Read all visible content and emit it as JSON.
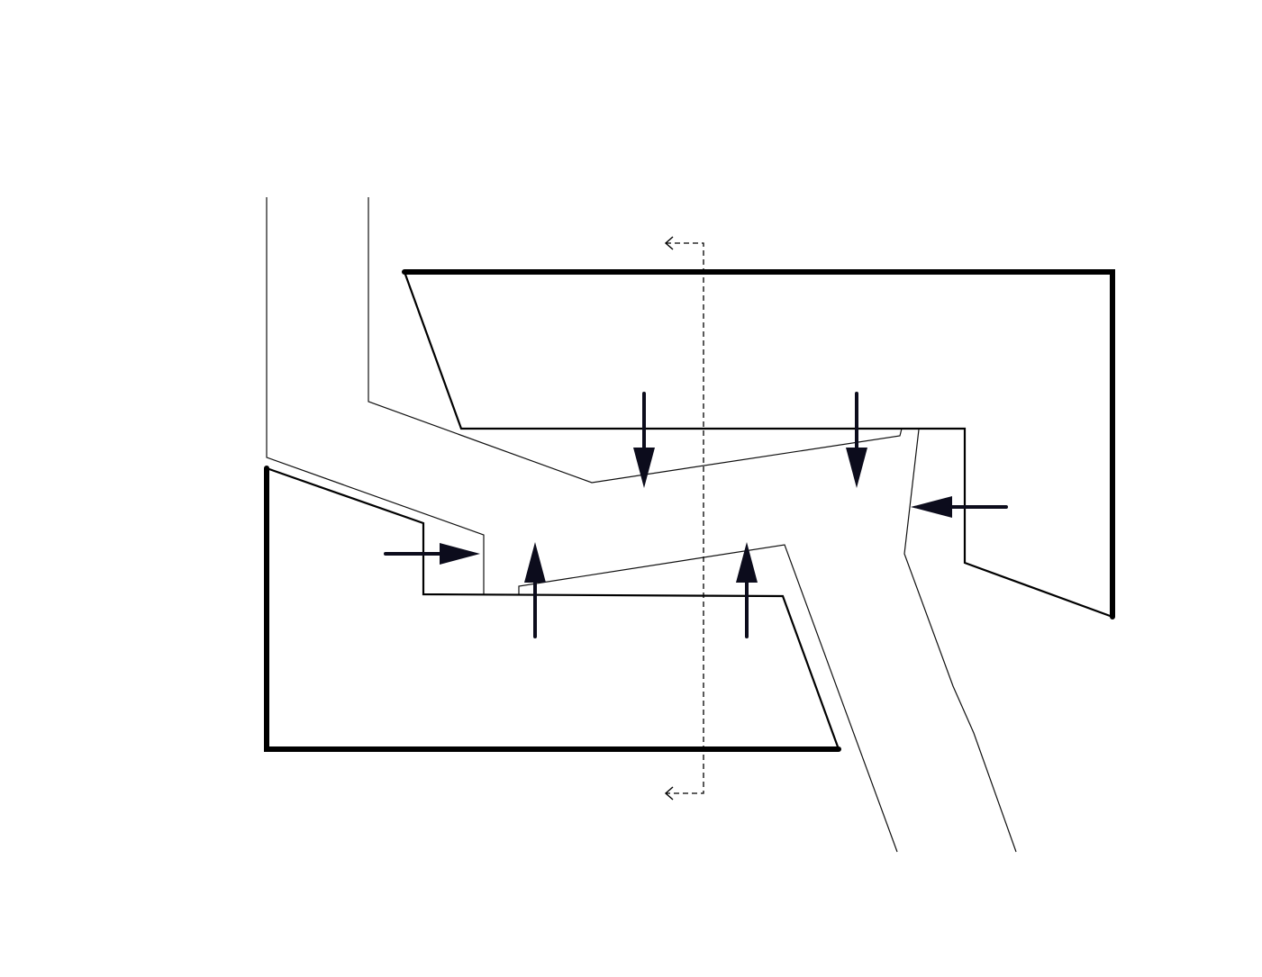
{
  "diagram": {
    "type": "architectural-plan",
    "stroke_color": "#000000",
    "arrow_color": "#0c0c1c",
    "background": "#ffffff",
    "section_line": {
      "arrow_direction": "left"
    },
    "force_arrows": [
      "down",
      "down",
      "left",
      "right",
      "up",
      "up"
    ]
  }
}
